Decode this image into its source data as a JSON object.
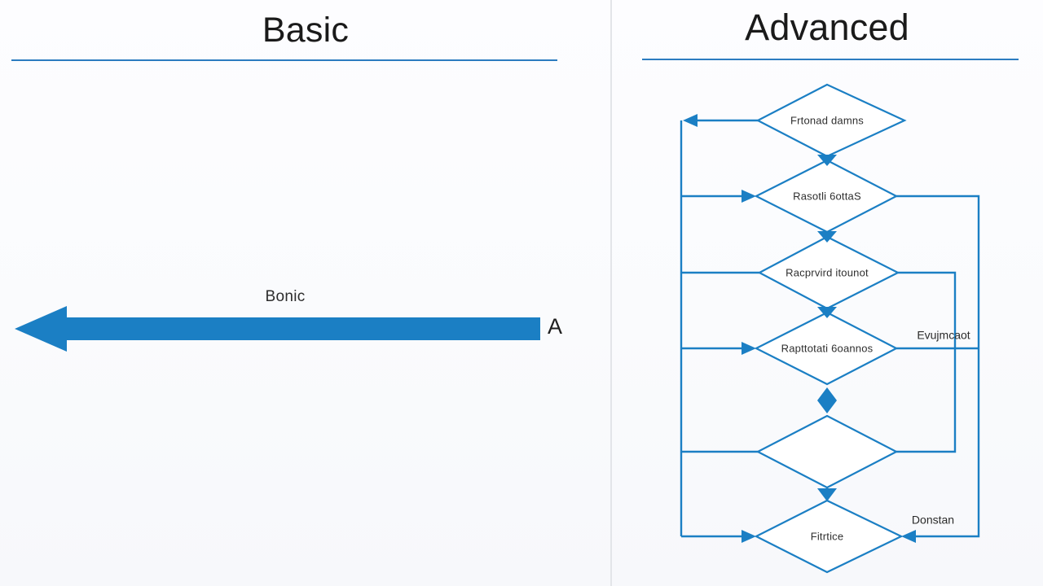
{
  "panels": {
    "basic": {
      "title": "Basic",
      "arrow": {
        "label": "Bonic",
        "endpoint_label": "A",
        "direction": "left",
        "color": "#1b7fc4"
      }
    },
    "advanced": {
      "title": "Advanced"
    }
  },
  "theme": {
    "accent": "#1b7fc4",
    "rule": "#2b7cc0",
    "background": "#fafbfd",
    "divider": "#e3e5e9",
    "text": "#1f1f1f"
  },
  "flowchart": {
    "nodes": [
      {
        "id": "n1",
        "shape": "diamond",
        "label": "Frtonad damns"
      },
      {
        "id": "n2",
        "shape": "diamond",
        "label": "Rasotli 6ottaS"
      },
      {
        "id": "n3",
        "shape": "diamond",
        "label": "Racprvird itounot"
      },
      {
        "id": "n4",
        "shape": "diamond",
        "label": "Rapttotati 6oannos"
      },
      {
        "id": "n5",
        "shape": "diamond",
        "label": ""
      },
      {
        "id": "n6",
        "shape": "diamond",
        "label": "Fitrtice"
      }
    ],
    "edge_labels": [
      {
        "id": "e1",
        "label": "Evujmcaot"
      },
      {
        "id": "e2",
        "label": "Donstan"
      }
    ]
  }
}
